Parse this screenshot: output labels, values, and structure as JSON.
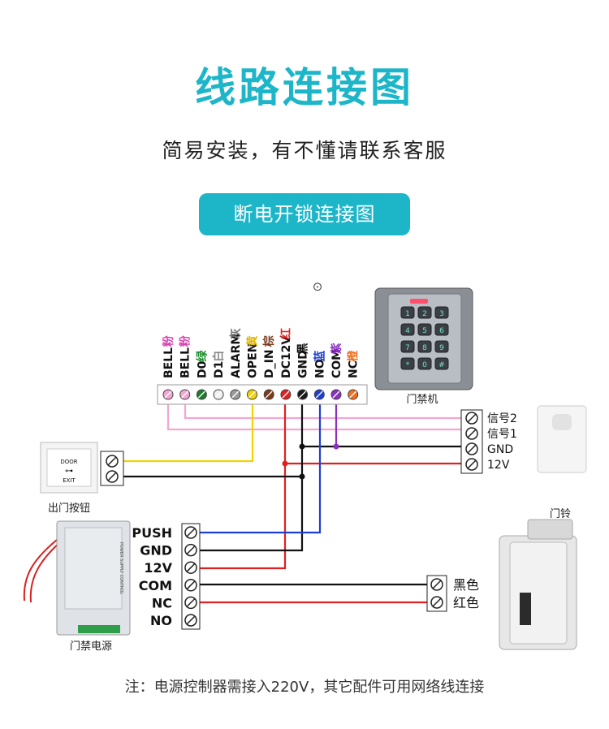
{
  "title": "线路连接图",
  "subtitle": "简易安装，有不懂请联系客服",
  "section_button": "断电开锁连接图",
  "note": "注：电源控制器需接入220V，其它配件可用网络线连接",
  "terminal_block": {
    "terminals": [
      {
        "name": "BELL",
        "color_label": "粉",
        "label_color": "#d63fb0",
        "dot": "#f3a6d2"
      },
      {
        "name": "BELL",
        "color_label": "粉",
        "label_color": "#d63fb0",
        "dot": "#f3a6d2"
      },
      {
        "name": "D0",
        "color_label": "绿",
        "label_color": "#1a8a2a",
        "dot": "#1e7a2e"
      },
      {
        "name": "D1",
        "color_label": "白",
        "label_color": "#888888",
        "dot": "#f0f0f0"
      },
      {
        "name": "ALARM",
        "color_label": "灰",
        "label_color": "#777777",
        "dot": "#9a9a9a"
      },
      {
        "name": "OPEN",
        "color_label": "黄",
        "label_color": "#e0b800",
        "dot": "#f5d300"
      },
      {
        "name": "D_IN",
        "color_label": "棕",
        "label_color": "#7a3b1a",
        "dot": "#7a3b1a"
      },
      {
        "name": "DC12V",
        "color_label": "红",
        "label_color": "#e02020",
        "dot": "#e02020"
      },
      {
        "name": "GND",
        "color_label": "黑",
        "label_color": "#111111",
        "dot": "#1a1a1a"
      },
      {
        "name": "NO",
        "color_label": "蓝",
        "label_color": "#1f3fd0",
        "dot": "#1f3fd0"
      },
      {
        "name": "COM",
        "color_label": "紫",
        "label_color": "#8a2fc0",
        "dot": "#8a2fc0"
      },
      {
        "name": "NC",
        "color_label": "橙",
        "label_color": "#f07020",
        "dot": "#f07020"
      }
    ]
  },
  "keypad": {
    "label": "门禁机",
    "keys": [
      "1",
      "2",
      "3",
      "4",
      "5",
      "6",
      "7",
      "8",
      "9",
      "*",
      "0",
      "#"
    ]
  },
  "doorbell": {
    "label": "门铃",
    "terminals": [
      "信号2",
      "信号1",
      "GND",
      "12V"
    ]
  },
  "exit_button": {
    "label": "出门按钮",
    "text_top": "DOOR",
    "text_bottom": "EXIT"
  },
  "power_supply": {
    "label": "门禁电源",
    "terminals": [
      "PUSH",
      "GND",
      "12V",
      "COM",
      "NC",
      "NO"
    ],
    "case_text": "POWER SUPPLY CONTROL"
  },
  "lock": {
    "terminals": [
      "黑色",
      "红色"
    ]
  },
  "colors": {
    "accent": "#1cb6c8",
    "wire_pink": "#f3a6d2",
    "wire_yellow": "#f5d300",
    "wire_red": "#e02020",
    "wire_black": "#111111",
    "wire_blue": "#1f3fd0",
    "wire_purple": "#8a2fc0"
  }
}
